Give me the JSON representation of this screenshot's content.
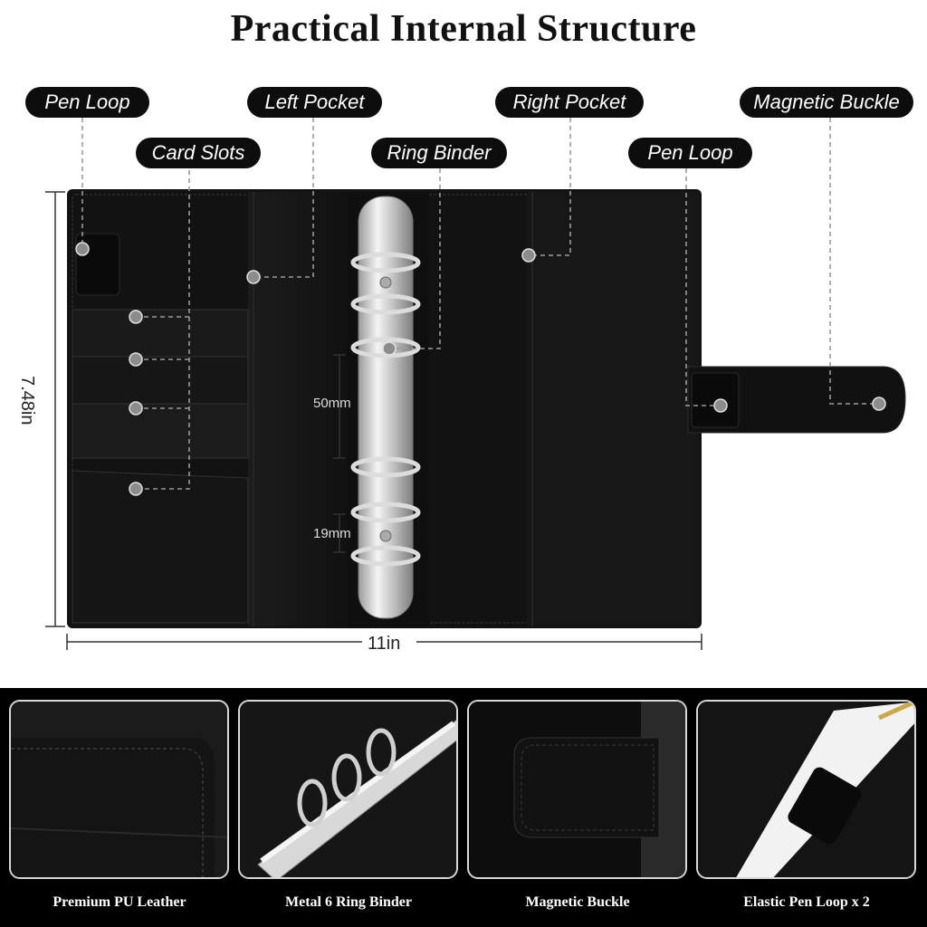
{
  "title": "Practical Internal Structure",
  "labels": {
    "pen_loop_left": "Pen Loop",
    "left_pocket": "Left Pocket",
    "right_pocket": "Right Pocket",
    "magnetic_buckle": "Magnetic Buckle",
    "card_slots": "Card Slots",
    "ring_binder": "Ring Binder",
    "pen_loop_right": "Pen Loop"
  },
  "dimensions": {
    "height": "7.48in",
    "width": "11in",
    "ring_gap_large": "50mm",
    "ring_gap_small": "19mm"
  },
  "features": [
    {
      "caption": "Premium PU Leather"
    },
    {
      "caption": "Metal 6 Ring Binder"
    },
    {
      "caption": "Magnetic Buckle"
    },
    {
      "caption": "Elastic Pen Loop x 2"
    }
  ],
  "colors": {
    "leather": "#141414",
    "pill": "#0d0d0d",
    "metal": "#d9d9d9",
    "background": "#ffffff",
    "band": "#000000"
  }
}
